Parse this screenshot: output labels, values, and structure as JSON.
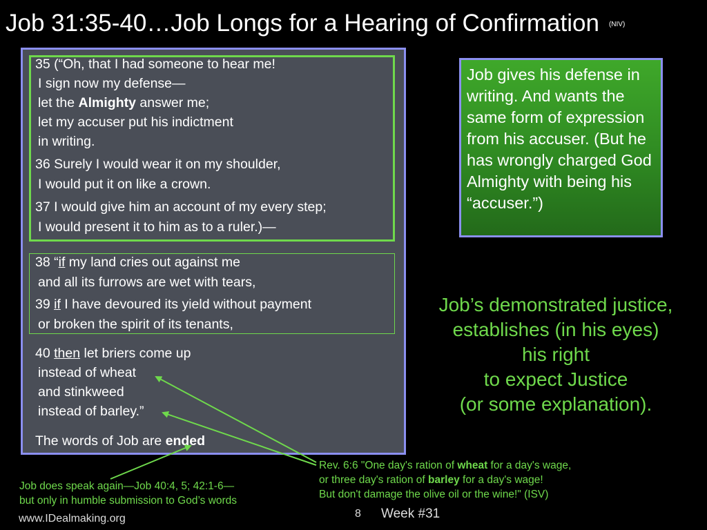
{
  "title": {
    "main": "Job 31:35-40…Job Longs for a Hearing of Confirmation",
    "tag": "(NIV)"
  },
  "verses": {
    "v35": {
      "l1": "35 (“Oh, that I had someone to hear me!",
      "l2": "I sign now my defense—",
      "l3_pre": "let the ",
      "l3_bold": "Almighty",
      "l3_post": " answer me;",
      "l4": "let my accuser put his indictment",
      "l5": "in writing."
    },
    "v36": {
      "l1": "36 Surely I would wear it on my shoulder,",
      "l2": "I would put it on like a crown."
    },
    "v37": {
      "l1": "37 I would give him an account of my every step;",
      "l2": "I would present it to him as to a ruler.)—"
    },
    "v38": {
      "pre": "38 “",
      "u": "if",
      "post": " my land cries out against me",
      "l2": "and all its furrows are wet with tears,"
    },
    "v39": {
      "pre": "39 ",
      "u": "if",
      "post": " I have devoured its yield without payment",
      "l2": "or broken the spirit of its tenants,"
    },
    "v40": {
      "pre": "40 ",
      "u": "then",
      "post": " let briers come up",
      "l2": "instead of wheat",
      "l3": "and stinkweed",
      "l4": "instead of barley.”"
    },
    "ended": {
      "pre": "The words of Job are ",
      "bold": "ended"
    }
  },
  "note_box": "Job gives his defense in writing.  And wants the same form of expression from his accuser.  (But he has wrongly charged God Almighty with being his “accuser.”)",
  "justice": {
    "l1": "Job’s demonstrated justice,",
    "l2": "establishes (in his eyes)",
    "l3": "his right",
    "l4": "to expect Justice",
    "l5": "(or some explanation)."
  },
  "rev": {
    "l1_pre": "Rev. 6:6  \"One day's ration of ",
    "l1_bold": "wheat",
    "l1_post": " for a day's wage,",
    "l2_pre": "or three day's ration of ",
    "l2_bold": "barley",
    "l2_post": " for a day's wage!",
    "l3": "But don't damage the olive oil or the wine!\"  (ISV)"
  },
  "job_speaks": {
    "l1": "Job does speak again—Job 40:4, 5; 42:1-6—",
    "l2": "but only in humble submission to God’s words"
  },
  "footer": {
    "website": "www.IDealmaking.org",
    "page": "8",
    "week": "Week #31"
  },
  "colors": {
    "accent_green": "#6fd94c",
    "panel": "#4a4e57",
    "panel_border": "#8b8ff0"
  }
}
